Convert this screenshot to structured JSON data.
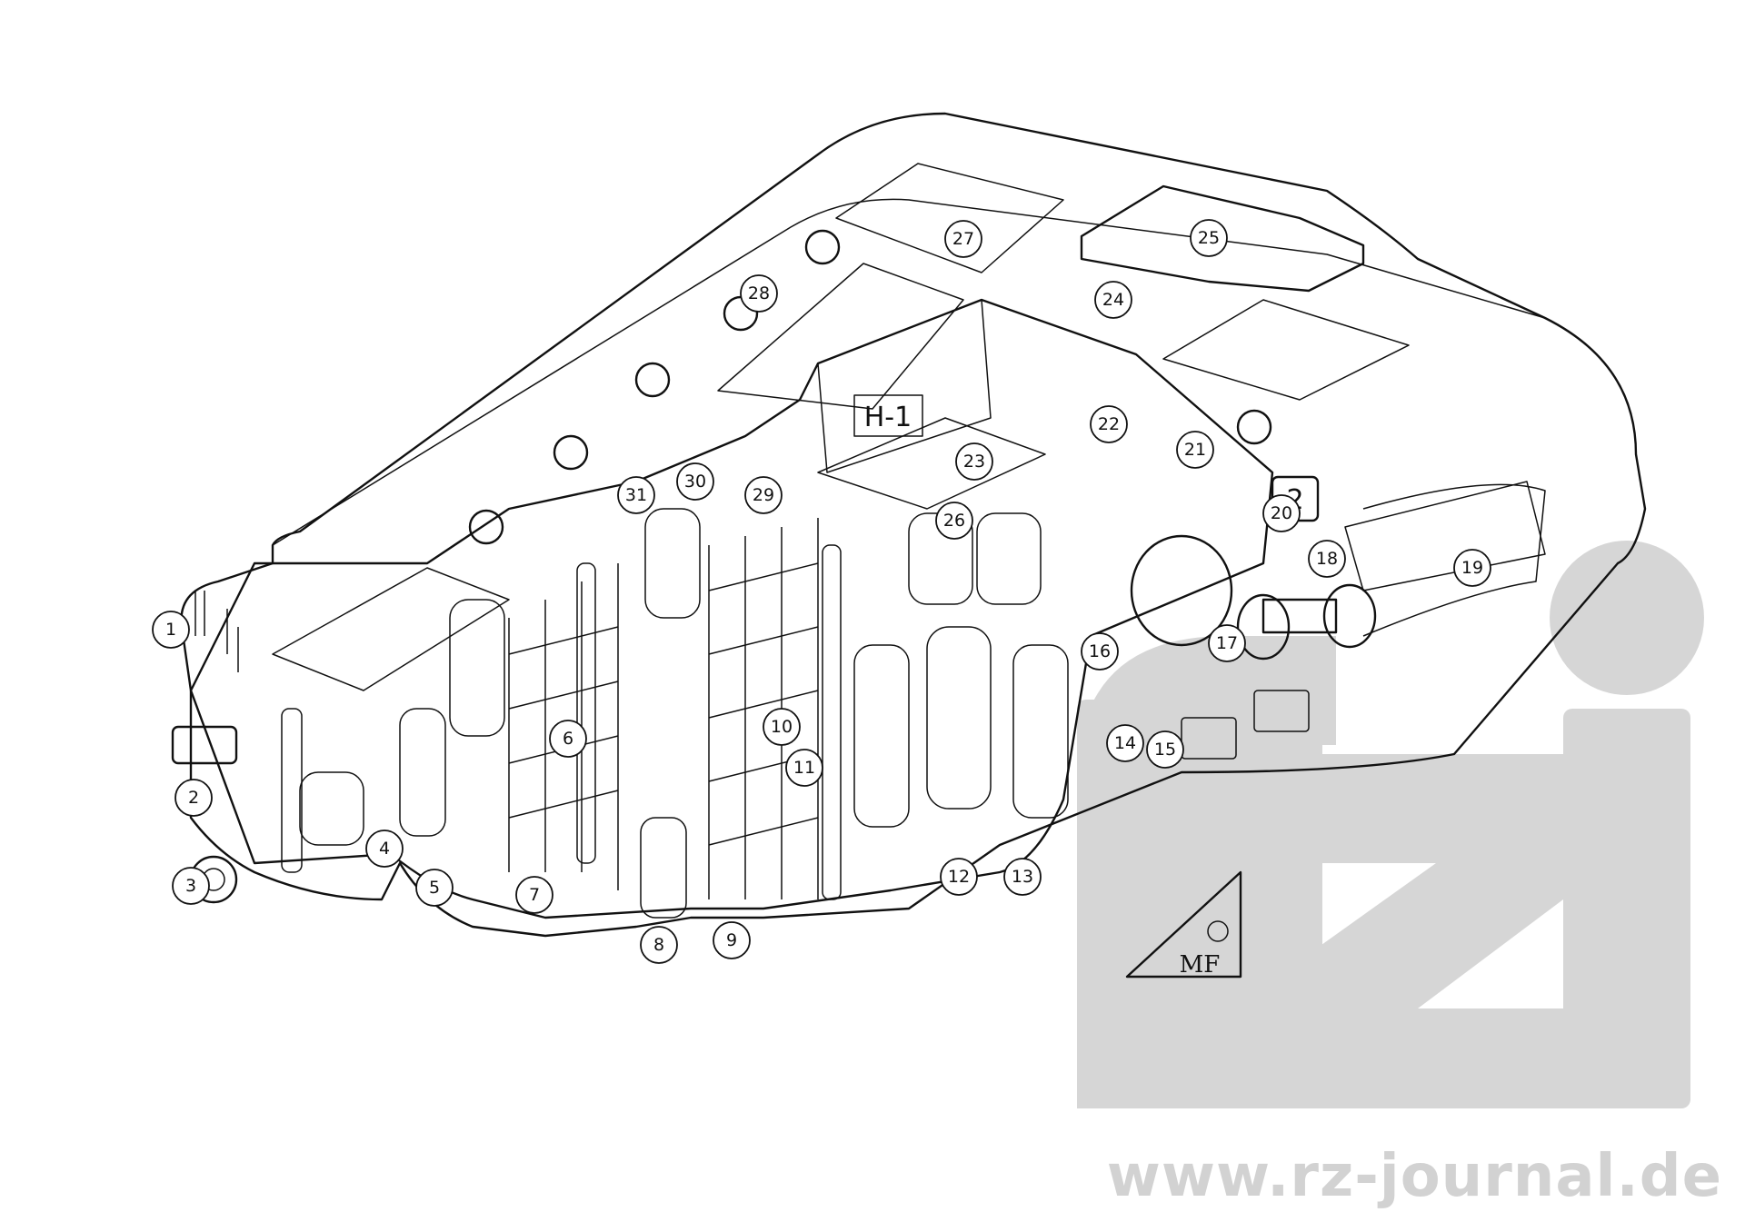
{
  "diagram": {
    "hull_marking": "H-1",
    "deck_sign": "2",
    "monogram": "MF"
  },
  "callouts": [
    "1",
    "2",
    "3",
    "4",
    "5",
    "6",
    "7",
    "8",
    "9",
    "10",
    "11",
    "12",
    "13",
    "14",
    "15",
    "16",
    "17",
    "18",
    "19",
    "20",
    "21",
    "22",
    "23",
    "24",
    "25",
    "26",
    "27",
    "28",
    "29",
    "30",
    "31"
  ],
  "watermark": {
    "url": "www.rz-journal.de",
    "color": "#d2d2d2"
  },
  "colors": {
    "ink": "#111111",
    "paper": "#ffffff"
  }
}
